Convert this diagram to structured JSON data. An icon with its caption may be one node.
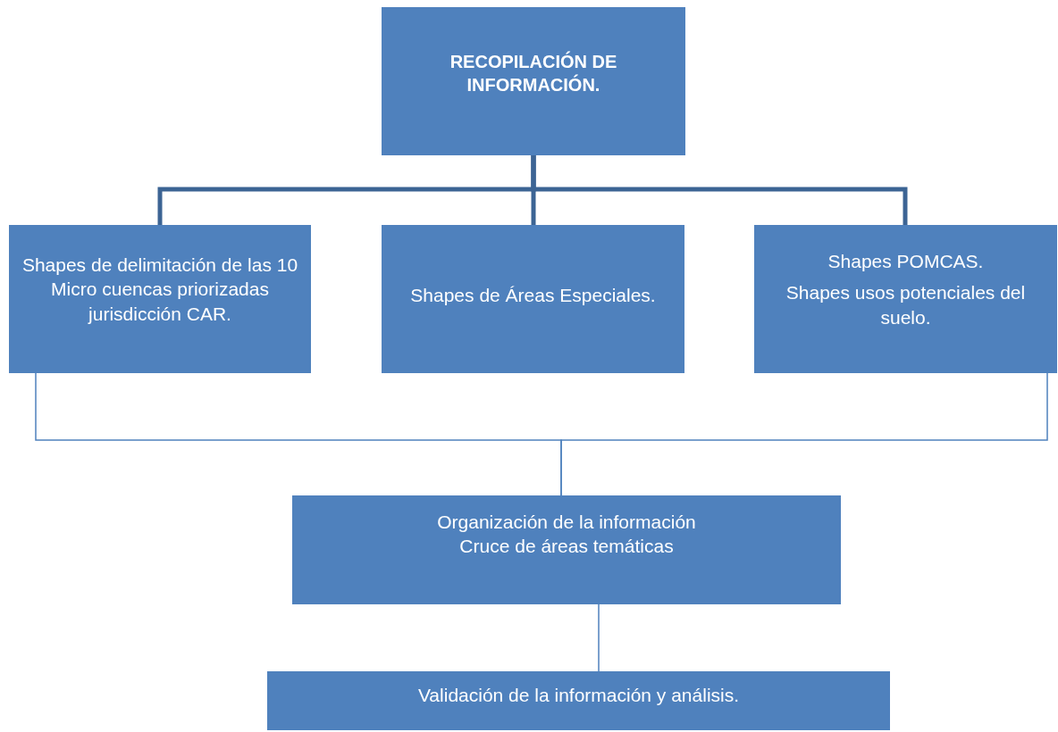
{
  "diagram": {
    "nodes": [
      {
        "text": [
          "RECOPILACIÓN DE INFORMACIÓN."
        ]
      },
      {
        "text": [
          "Shapes de delimitación de las 10 Micro cuencas priorizadas jurisdicción CAR."
        ]
      },
      {
        "text": [
          "Shapes de Áreas Especiales."
        ]
      },
      {
        "text": [
          "Shapes POMCAS.",
          "Shapes usos potenciales del suelo."
        ]
      },
      {
        "text": [
          "Organización de la información",
          "Cruce de áreas temáticas"
        ]
      },
      {
        "text": [
          "Validación de la información y análisis."
        ]
      }
    ],
    "edges": [
      {
        "from": 0,
        "to": 1,
        "arrow": "none",
        "style": "thick",
        "color": "#3c6494"
      },
      {
        "from": 0,
        "to": 2,
        "arrow": "none",
        "style": "thick",
        "color": "#3c6494"
      },
      {
        "from": 0,
        "to": 3,
        "arrow": "none",
        "style": "thick",
        "color": "#3c6494"
      },
      {
        "from": 1,
        "to": 4,
        "arrow": "none"
      },
      {
        "from": 3,
        "to": 4,
        "arrow": "none"
      },
      {
        "from": 4,
        "to": 5,
        "arrow": "none"
      }
    ]
  }
}
